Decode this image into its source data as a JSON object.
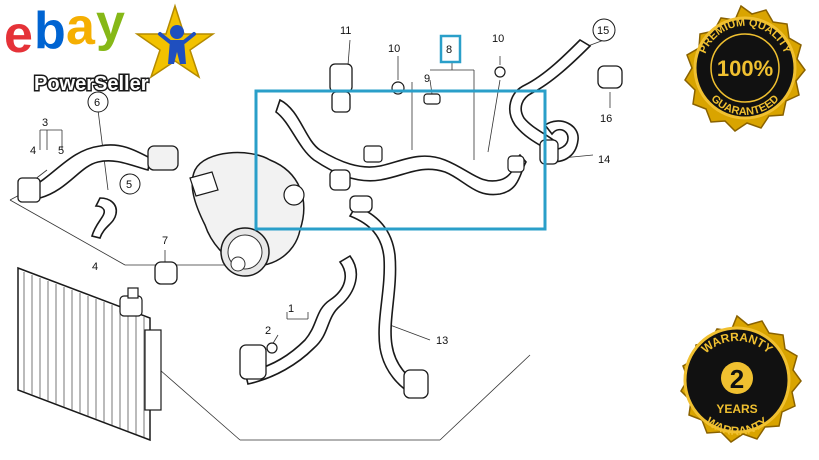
{
  "logo": {
    "letters": [
      "e",
      "b",
      "a",
      "y"
    ],
    "colors": [
      "#e53238",
      "#0064d2",
      "#f5af02",
      "#86b817"
    ],
    "subtitle": "PowerSeller"
  },
  "seal_quality": {
    "top_text": "PREMIUM QUALITY",
    "center_text": "100%",
    "bottom_text": "GUARANTEED"
  },
  "seal_warranty": {
    "top_text": "WARRANTY",
    "number": "2",
    "years": "YEARS",
    "bottom_text": "WARRANTY"
  },
  "callouts": {
    "n1": "1",
    "n2": "2",
    "n3": "3",
    "n4": "4",
    "n4b": "4",
    "n5a": "5",
    "n5b": "5",
    "n6": "6",
    "n7": "7",
    "n8": "8",
    "n9": "9",
    "n10a": "10",
    "n10b": "10",
    "n11": "11",
    "n13": "13",
    "n14": "14",
    "n15": "15",
    "n16": "16"
  },
  "highlight_color": "#2a9fc9"
}
